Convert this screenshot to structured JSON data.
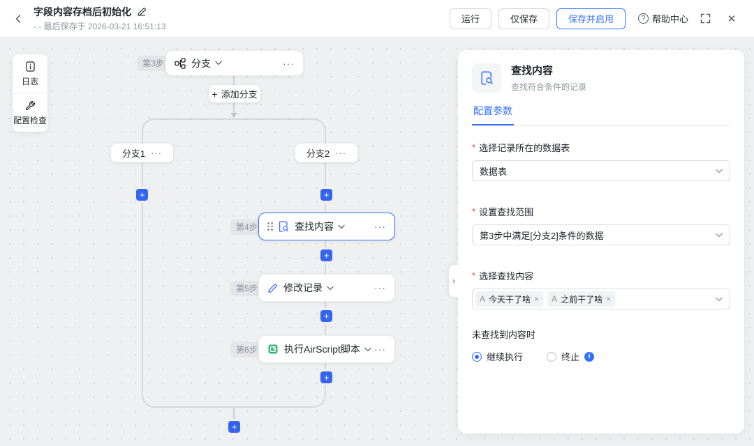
{
  "header": {
    "title": "字段内容存档后初始化",
    "subtitle": "-.- 最后保存于 2026-03-21 16:51:13",
    "run_label": "运行",
    "save_only_label": "仅保存",
    "save_enable_label": "保存并启用",
    "help_label": "帮助中心"
  },
  "toolbar": {
    "logs_label": "日志",
    "check_label": "配置检查"
  },
  "canvas": {
    "step3": {
      "tag": "第3步",
      "label": "分支"
    },
    "add_branch_label": "添加分支",
    "branch1_label": "分支1",
    "branch2_label": "分支2",
    "step4": {
      "tag": "第4步",
      "label": "查找内容"
    },
    "step5": {
      "tag": "第5步",
      "label": "修改记录"
    },
    "step6": {
      "tag": "第6步",
      "label": "执行AirScript脚本"
    }
  },
  "panel": {
    "title": "查找内容",
    "subtitle": "查找符合条件的记录",
    "tab_label": "配置参数",
    "field_table": {
      "label": "选择记录所在的数据表",
      "value": "数据表"
    },
    "field_range": {
      "label": "设置查找范围",
      "value": "第3步中满足[分支2]条件的数据"
    },
    "field_content": {
      "label": "选择查找内容",
      "tags": [
        {
          "type": "A",
          "label": "今天干了啥"
        },
        {
          "type": "A",
          "label": "之前干了啥"
        }
      ]
    },
    "not_found": {
      "label": "未查找到内容时",
      "options": [
        {
          "label": "继续执行"
        },
        {
          "label": "终止"
        }
      ]
    }
  },
  "icons": {
    "plus": "+",
    "more": "···",
    "close": "✕",
    "question": "?",
    "tag_remove": "×",
    "required": "*",
    "collapse": "›",
    "info": "i"
  },
  "colors": {
    "accent": "#3370ff",
    "plus_button": "#3565ef",
    "required": "#f5492e",
    "script_green": "#38b87c",
    "canvas_bg": "#eef0f1"
  }
}
